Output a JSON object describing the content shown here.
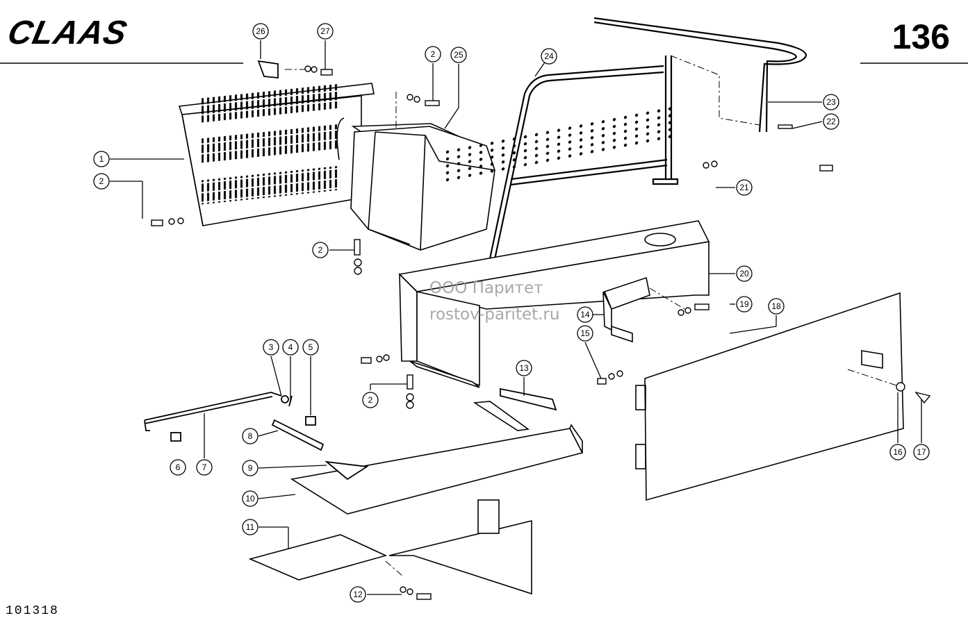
{
  "header": {
    "brand": "CLAAS",
    "page_number": "136"
  },
  "footer": {
    "drawing_number": "101318"
  },
  "watermark": {
    "line1": "ООО Паритет",
    "line2": "rostov-paritet.ru"
  },
  "callouts": [
    "1",
    "2",
    "2",
    "2",
    "2",
    "3",
    "4",
    "5",
    "6",
    "7",
    "8",
    "9",
    "10",
    "11",
    "12",
    "13",
    "14",
    "15",
    "16",
    "17",
    "18",
    "19",
    "20",
    "21",
    "22",
    "23",
    "24",
    "25",
    "26",
    "27"
  ]
}
